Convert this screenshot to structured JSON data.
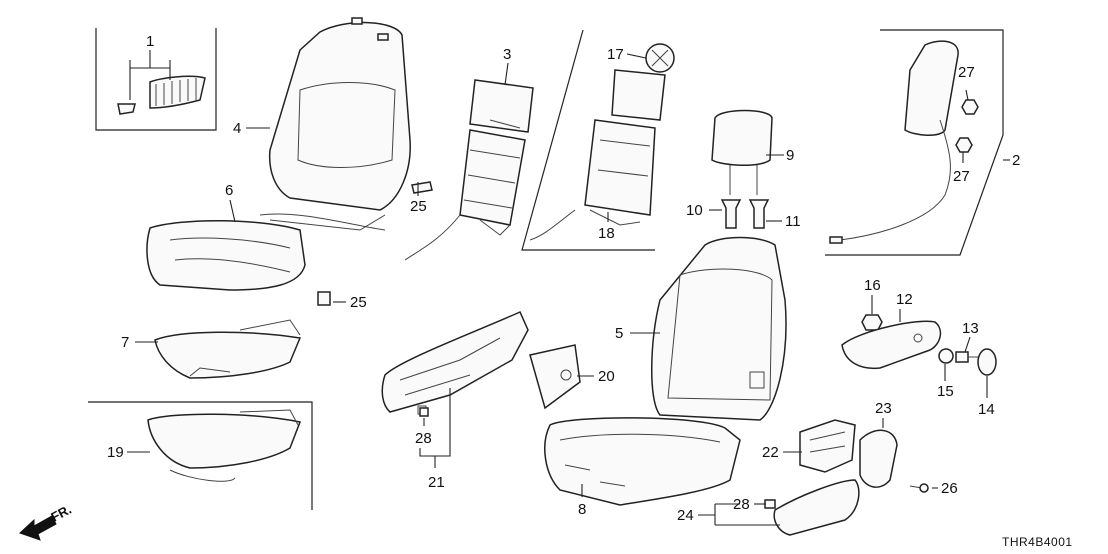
{
  "diagram": {
    "code": "THR4B4001",
    "direction": "FR.",
    "callouts": {
      "c1": "1",
      "c2": "2",
      "c3": "3",
      "c4": "4",
      "c5": "5",
      "c6": "6",
      "c7": "7",
      "c8": "8",
      "c9": "9",
      "c10": "10",
      "c11": "11",
      "c12": "12",
      "c13": "13",
      "c14": "14",
      "c15": "15",
      "c16": "16",
      "c17": "17",
      "c18": "18",
      "c19": "19",
      "c20": "20",
      "c21": "21",
      "c22": "22",
      "c23": "23",
      "c24": "24",
      "c25a": "25",
      "c25b": "25",
      "c26": "26",
      "c27a": "27",
      "c27b": "27",
      "c28a": "28",
      "c28b": "28"
    }
  }
}
